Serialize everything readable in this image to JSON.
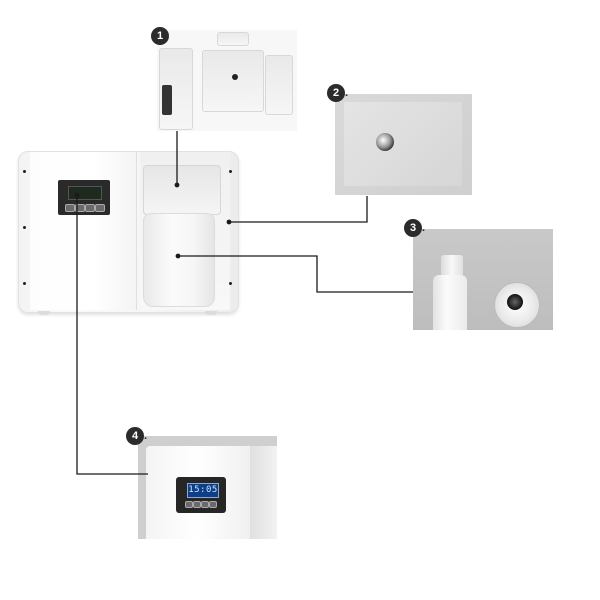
{
  "callouts": [
    {
      "number": "1",
      "suffix": "",
      "part": "pump-mechanism"
    },
    {
      "number": "2",
      "suffix": ".",
      "part": "spray-nozzle"
    },
    {
      "number": "3",
      "suffix": ".",
      "part": "oil-bottle-and-pump"
    },
    {
      "number": "4",
      "suffix": ".",
      "part": "control-panel"
    }
  ],
  "display": {
    "lcd_value": "15:05"
  },
  "colors": {
    "leader_line": "#1a1a1a",
    "badge": "#2b2b2b",
    "lcd_background": "#0c3f86"
  }
}
